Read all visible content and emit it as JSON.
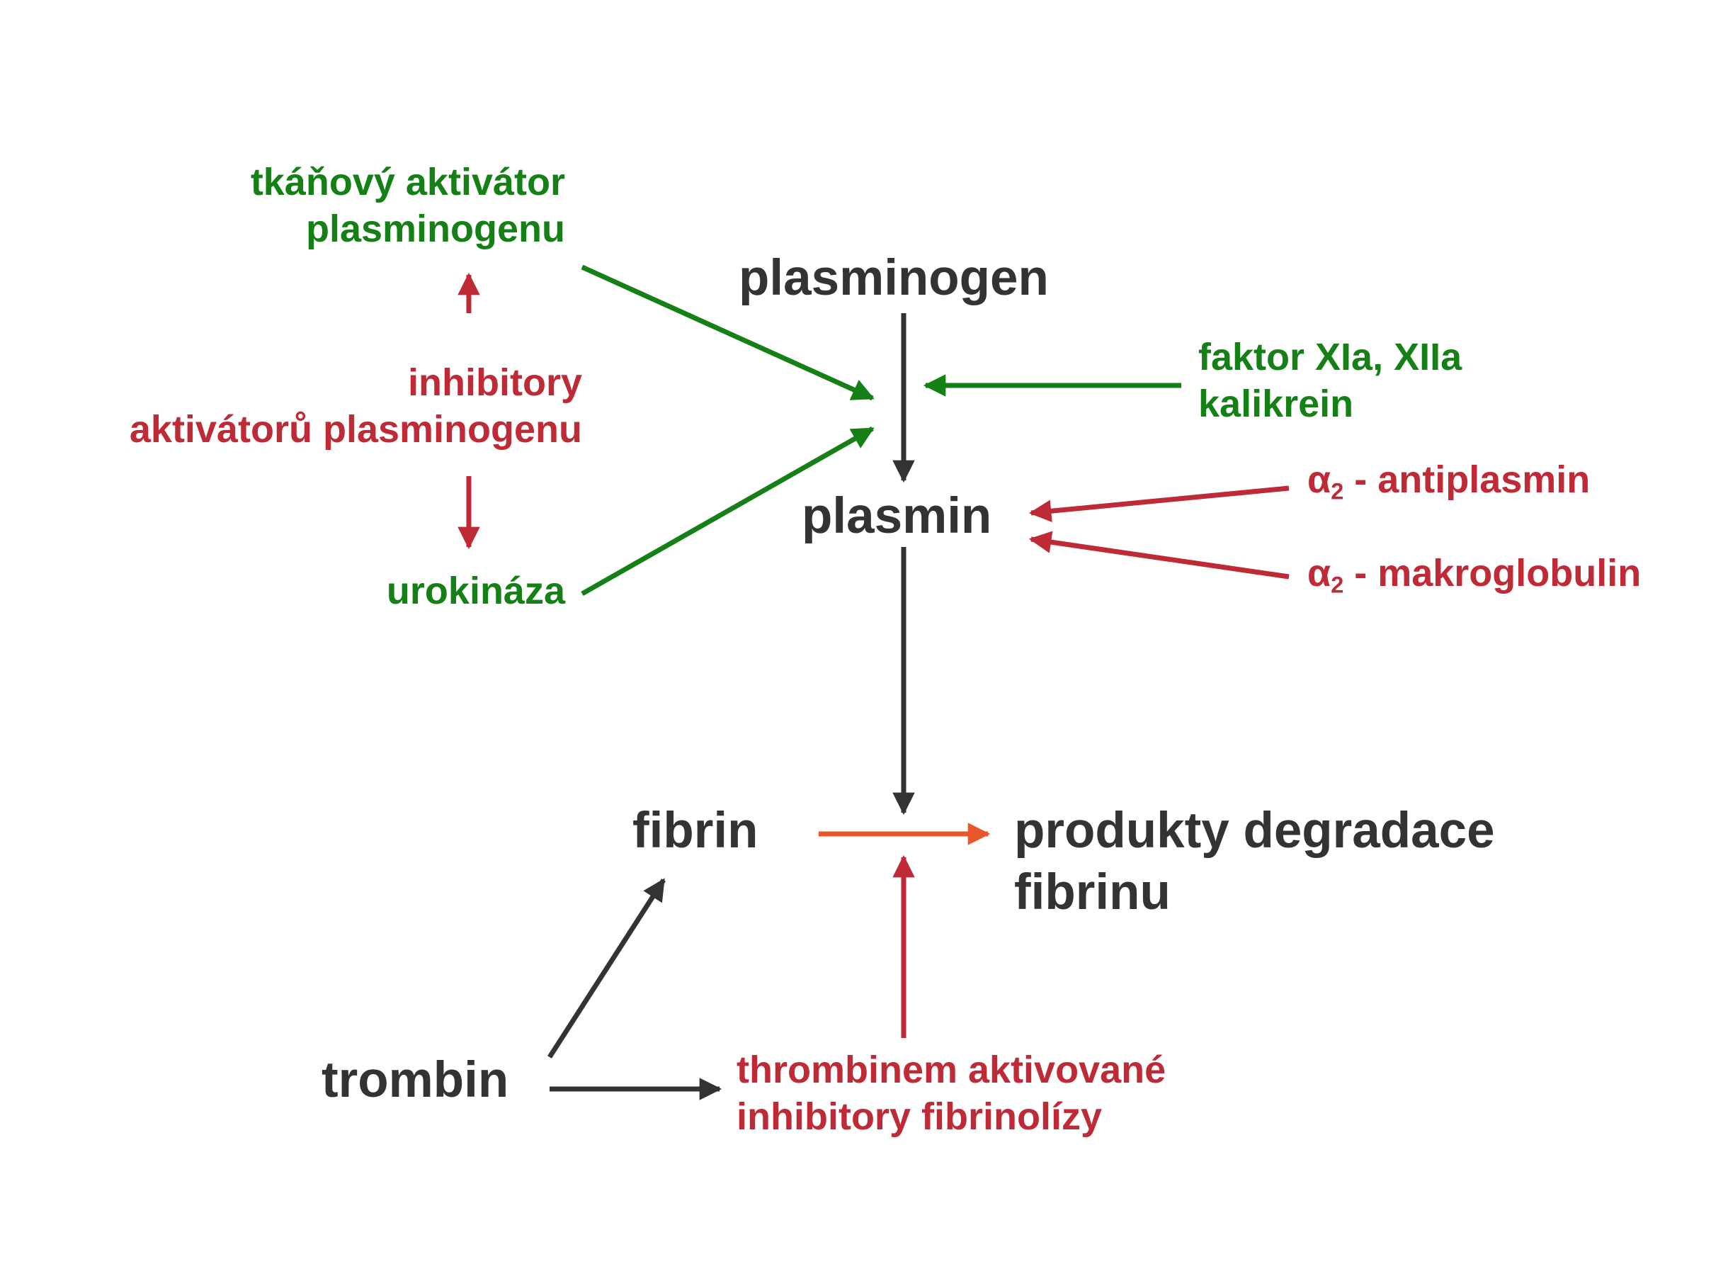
{
  "nodes": {
    "plasminogen": "plasminogen",
    "plasmin": "plasmin",
    "fibrin": "fibrin",
    "fdp_line1": "produkty degradace",
    "fdp_line2": "fibrinu",
    "trombin": "trombin",
    "tpa_line1": "tkáňový aktivátor",
    "tpa_line2": "plasminogenu",
    "pai_line1": "inhibitory",
    "pai_line2": "aktivátorů plasminogenu",
    "urokinase": "urokináza",
    "factor_line1": "faktor XIa, XIIa",
    "factor_line2": "kalikrein",
    "alpha_symbol": "α",
    "alpha_subscript": "2",
    "antiplasmin": " - antiplasmin",
    "macroglobulin": " - makroglobulin",
    "tafi_line1": "thrombinem aktivované",
    "tafi_line2": "inhibitory fibrinolízy"
  },
  "colors": {
    "main": "#333333",
    "activator": "#158015",
    "inhibitor": "#be2a36",
    "cleavage": "#e8572a"
  }
}
